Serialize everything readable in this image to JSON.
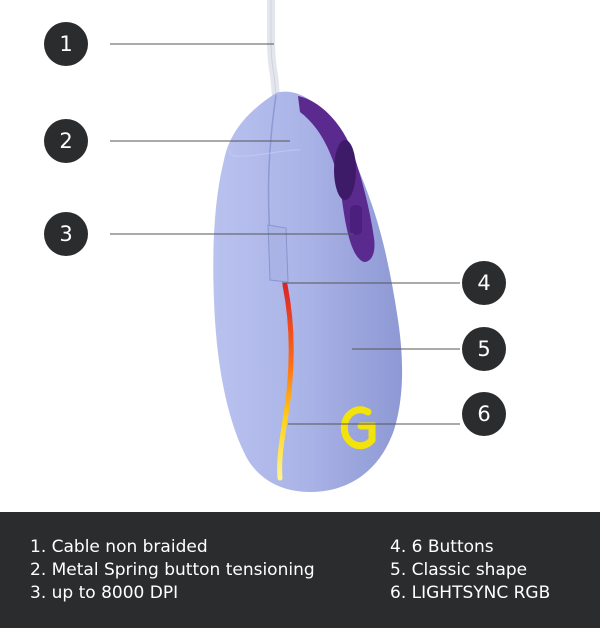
{
  "badges": [
    "1",
    "2",
    "3",
    "4",
    "5",
    "6"
  ],
  "features": [
    "1. Cable non braided",
    "2. Metal Spring button tensioning",
    "3. up to 8000 DPI",
    "4. 6 Buttons",
    "5. Classic shape",
    "6. LIGHTSYNC RGB"
  ],
  "colors": {
    "badge": "#2b2c2e",
    "footer": "#2b2c2e",
    "mouse_body": "#a7b1e3",
    "accent_purple": "#5a2a8e",
    "logo": "#f2e30a"
  }
}
